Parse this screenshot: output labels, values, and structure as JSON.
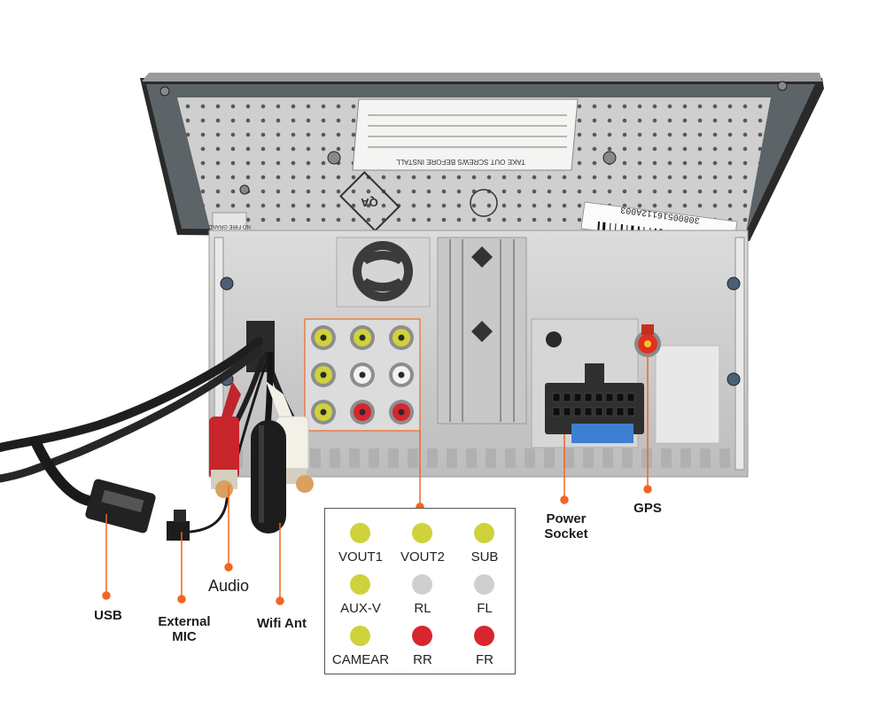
{
  "labels": {
    "usb": "USB",
    "external_mic": "External\nMIC",
    "audio": "Audio",
    "wifi_ant": "Wifi Ant",
    "power_socket": "Power\nSocket",
    "gps": "GPS"
  },
  "rca_legend": [
    {
      "label": "VOUT1",
      "color": "#cfd23b"
    },
    {
      "label": "VOUT2",
      "color": "#cfd23b"
    },
    {
      "label": "SUB",
      "color": "#cfd23b"
    },
    {
      "label": "AUX-V",
      "color": "#cfd23b"
    },
    {
      "label": "RL",
      "color": "#cfcfcf"
    },
    {
      "label": "FL",
      "color": "#cfcfcf"
    },
    {
      "label": "CAMEAR",
      "color": "#cfd23b"
    },
    {
      "label": "RR",
      "color": "#d7262d"
    },
    {
      "label": "FR",
      "color": "#d7262d"
    }
  ],
  "device": {
    "sticker_text": "TAKE OUT SCREWS BEFORE INSTALL",
    "barcode_text": "30800516112A003",
    "qa_stamp": "QA",
    "side_label": "NO FIRE GRAND"
  },
  "colors": {
    "accent_line": "#f26522",
    "rca_yellow": "#cfd23b",
    "rca_white": "#cfcfcf",
    "rca_red": "#d7262d",
    "gps_connector": "#e03020",
    "power_socket_blue": "#3d7fd0"
  }
}
